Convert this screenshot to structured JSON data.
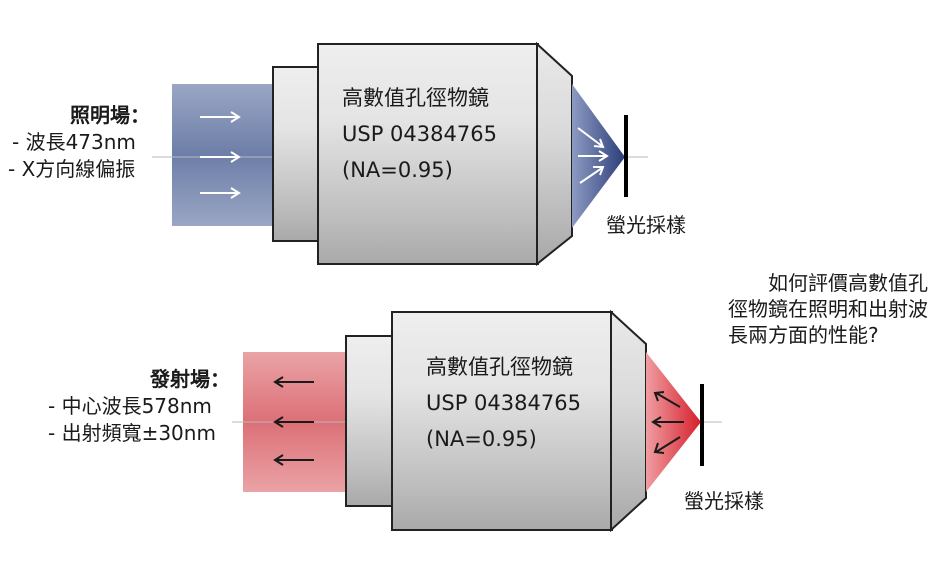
{
  "top": {
    "field_title": "照明場：",
    "field_lines": [
      "- 波長473nm",
      "- X方向線偏振"
    ],
    "objective_lines": [
      "高數值孔徑物鏡",
      "USP 04384765",
      "(NA=0.95)"
    ],
    "sample_label": "螢光採樣",
    "beam_color": "#7f8eb3",
    "cone_color": "#3c4f8c"
  },
  "bottom": {
    "field_title": "發射場：",
    "field_lines": [
      "- 中心波長578nm",
      "- 出射頻寬±30nm"
    ],
    "objective_lines": [
      "高數值孔徑物鏡",
      "USP 04384765",
      "(NA=0.95)"
    ],
    "sample_label": "螢光採樣",
    "beam_color": "#e08c90",
    "cone_color": "#d8323c"
  },
  "question_lines": [
    "如何評價高數值孔",
    "徑物鏡在照明和出射波",
    "長兩方面的性能?"
  ]
}
